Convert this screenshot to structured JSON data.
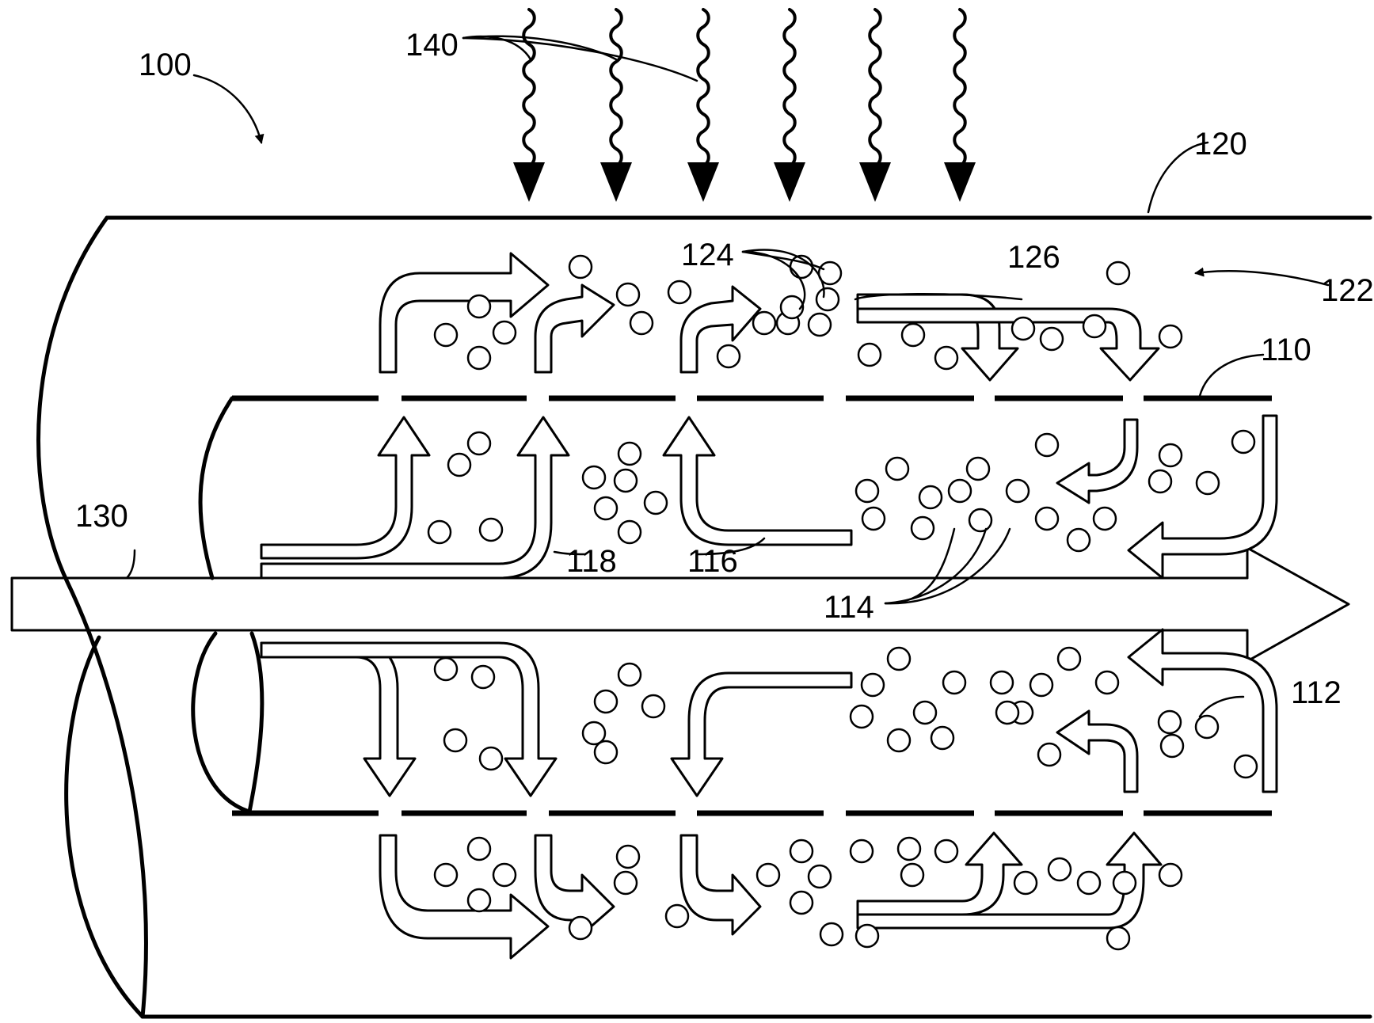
{
  "labels": {
    "system": "100",
    "inner_tube": "110",
    "inner_flow": "112",
    "inner_particles": "114",
    "arrow_116": "116",
    "arrow_118": "118",
    "outer_tube": "120",
    "outer_region": "122",
    "outer_particles": "124",
    "arrow_126": "126",
    "rod": "130",
    "radiation": "140"
  }
}
